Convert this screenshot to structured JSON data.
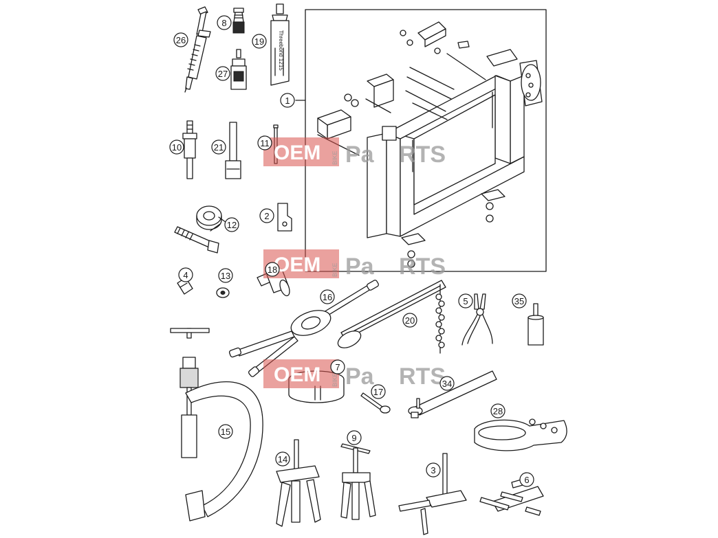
{
  "callouts": [
    {
      "id": "26"
    },
    {
      "id": "8"
    },
    {
      "id": "19"
    },
    {
      "id": "27"
    },
    {
      "id": "1"
    },
    {
      "id": "10"
    },
    {
      "id": "21"
    },
    {
      "id": "11"
    },
    {
      "id": "12"
    },
    {
      "id": "2"
    },
    {
      "id": "4"
    },
    {
      "id": "13"
    },
    {
      "id": "18"
    },
    {
      "id": "16"
    },
    {
      "id": "5"
    },
    {
      "id": "35"
    },
    {
      "id": "20"
    },
    {
      "id": "7"
    },
    {
      "id": "17"
    },
    {
      "id": "34"
    },
    {
      "id": "28"
    },
    {
      "id": "15"
    },
    {
      "id": "14"
    },
    {
      "id": "9"
    },
    {
      "id": "3"
    },
    {
      "id": "6"
    }
  ],
  "tube_label": "Threebond 1215",
  "watermark": {
    "oem": "OEM",
    "bike": "BIKE",
    "pa": "Pa",
    "rts": "RTS"
  },
  "colors": {
    "line": "#1a1a1a",
    "watermark_red": "#d9534f",
    "watermark_grey": "#9a9a9a"
  }
}
